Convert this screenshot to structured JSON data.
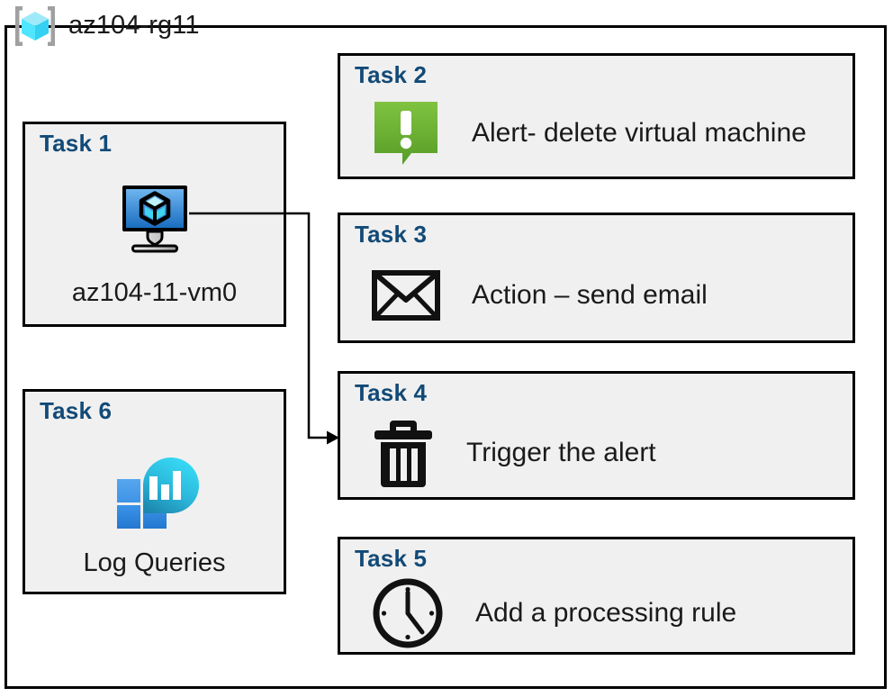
{
  "resource_group": {
    "name": "az104-rg11",
    "icon": "resource-group-cube-icon"
  },
  "tasks": [
    {
      "id": "task1",
      "title": "Task 1",
      "label": "az104-11-vm0",
      "icon": "virtual-machine-icon",
      "layout": "vertical"
    },
    {
      "id": "task2",
      "title": "Task 2",
      "label": "Alert- delete virtual machine",
      "icon": "alert-exclamation-icon",
      "layout": "horizontal"
    },
    {
      "id": "task3",
      "title": "Task 3",
      "label": "Action – send email",
      "icon": "email-envelope-icon",
      "layout": "horizontal"
    },
    {
      "id": "task4",
      "title": "Task 4",
      "label": "Trigger the alert",
      "icon": "trash-delete-icon",
      "layout": "horizontal"
    },
    {
      "id": "task5",
      "title": "Task 5",
      "label": "Add a processing rule",
      "icon": "clock-icon",
      "layout": "horizontal"
    },
    {
      "id": "task6",
      "title": "Task 6",
      "label": "Log Queries",
      "icon": "log-analytics-icon",
      "layout": "vertical"
    }
  ],
  "connector": {
    "from": "task1-virtual-machine-icon",
    "to": "task4-card",
    "arrow": "arrowhead-right"
  },
  "colors": {
    "card_background": "#f0f0f0",
    "card_border": "#000000",
    "task_title": "#124a77",
    "label_text": "#1a1a1a",
    "alert_green_light": "#7ac142",
    "alert_green_dark": "#5a9e28",
    "vm_blue_light": "#5ea7e8",
    "vm_blue_dark": "#1d6fc0",
    "log_cyan": "#32d4f5",
    "log_teal": "#1f8fb5",
    "log_blue_square": "#2f8fe0",
    "rg_cube_light": "#9feaf9",
    "rg_cube_mid": "#50e6ff",
    "rg_bracket": "#a0a0a0"
  }
}
